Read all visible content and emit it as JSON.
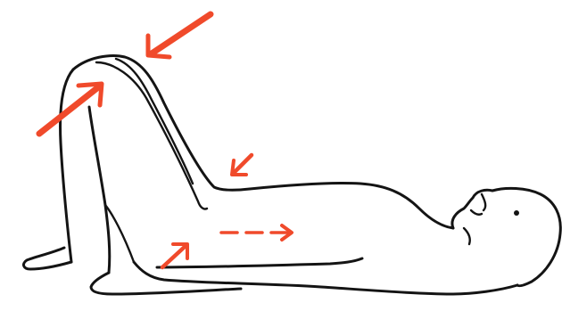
{
  "figure": {
    "subject": "person-lying-on-back-knees-bent",
    "colors": {
      "outline": "#141414",
      "arrow": "#f04a2b",
      "background": "#ffffff"
    },
    "arrows": [
      {
        "name": "knee-push-arrow",
        "direction": "down-left"
      },
      {
        "name": "shin-lift-arrow",
        "direction": "up-right"
      },
      {
        "name": "thigh-arrow",
        "direction": "down-left"
      },
      {
        "name": "pelvis-arrow",
        "direction": "up-right"
      },
      {
        "name": "abdomen-dashed-arrow",
        "direction": "right"
      }
    ]
  }
}
